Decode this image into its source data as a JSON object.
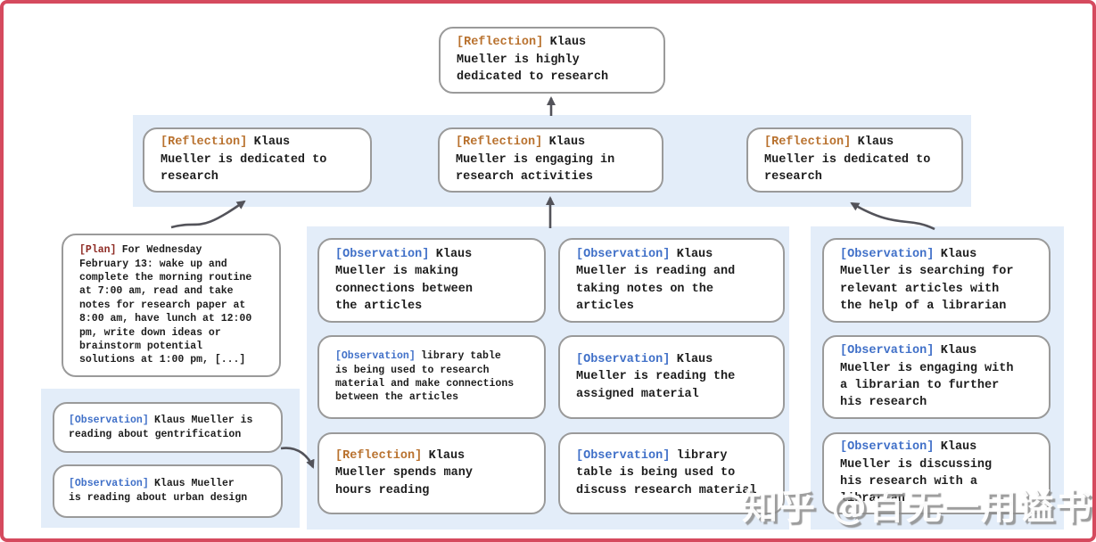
{
  "watermark": {
    "text": "知乎 @百无一用谥书生"
  },
  "colors": {
    "frame_border": "#d54a5e",
    "band_bg": "#e3edf9",
    "box_border": "#9a9a9a",
    "reflection_tag": "#b9722f",
    "observation_tag": "#4070c8",
    "plan_tag": "#8e2a23",
    "arrow": "#53535a",
    "text": "#1d1d1d"
  },
  "nodes": {
    "root_reflection": {
      "tag": "[Reflection]",
      "text": "Klaus\nMueller is highly\ndedicated to research"
    },
    "reflection_left": {
      "tag": "[Reflection]",
      "text": "Klaus\nMueller is dedicated to\nresearch"
    },
    "reflection_mid": {
      "tag": "[Reflection]",
      "text": "Klaus\nMueller is engaging in\nresearch activities"
    },
    "reflection_right": {
      "tag": "[Reflection]",
      "text": "Klaus\nMueller is dedicated to\nresearch"
    },
    "plan": {
      "tag": "[Plan]",
      "text": "For Wednesday\nFebruary 13: wake up and\ncomplete the morning routine\nat 7:00 am, read and take\nnotes for research paper at\n8:00 am, have lunch at 12:00\npm, write down ideas or\nbrainstorm potential\nsolutions at 1:00 pm, [...]"
    },
    "obs_gentrification": {
      "tag": "[Observation]",
      "text": "Klaus Mueller is\nreading about gentrification"
    },
    "obs_urban_design": {
      "tag": "[Observation]",
      "text": "Klaus Mueller\nis reading about urban design"
    },
    "obs_connections": {
      "tag": "[Observation]",
      "text": "Klaus\nMueller is making\nconnections between\nthe articles"
    },
    "obs_library_research": {
      "tag": "[Observation]",
      "text": "library table\nis being used to research\nmaterial and make connections\nbetween the articles"
    },
    "reflection_hours": {
      "tag": "[Reflection]",
      "text": "Klaus\nMueller spends many\nhours reading"
    },
    "obs_taking_notes": {
      "tag": "[Observation]",
      "text": "Klaus\nMueller is reading and\ntaking notes on the\narticles"
    },
    "obs_assigned_material": {
      "tag": "[Observation]",
      "text": "Klaus\nMueller is reading the\nassigned material"
    },
    "obs_library_discuss": {
      "tag": "[Observation]",
      "text": "library\ntable is being used to\ndiscuss research material"
    },
    "obs_searching_articles": {
      "tag": "[Observation]",
      "text": "Klaus\nMueller is searching for\nrelevant articles with\nthe help of a librarian"
    },
    "obs_engaging_librarian": {
      "tag": "[Observation]",
      "text": "Klaus\nMueller is engaging with\na librarian to further\nhis research"
    },
    "obs_discussing_research": {
      "tag": "[Observation]",
      "text": "Klaus\nMueller is discussing\nhis research with a\nlibrarian"
    }
  }
}
